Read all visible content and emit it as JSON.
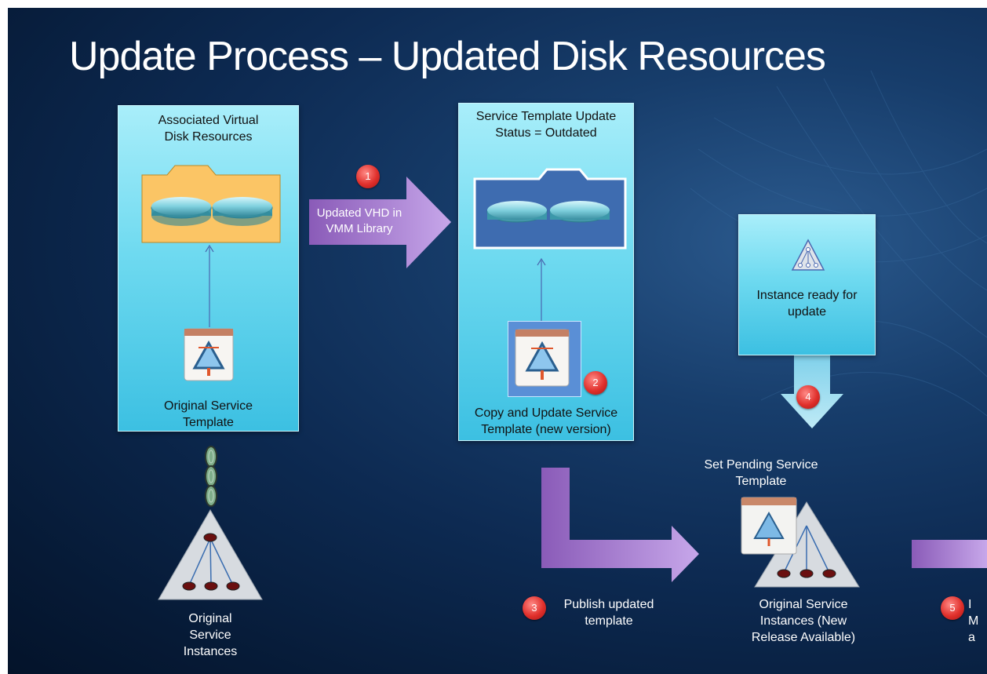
{
  "slide": {
    "title": "Update Process – Updated Disk Resources",
    "panels": {
      "associated": {
        "heading": "Associated Virtual Disk Resources",
        "caption": "Original Service Template"
      },
      "status": {
        "heading": "Service Template Update Status = Outdated",
        "caption": "Copy and Update Service Template (new version)"
      },
      "instance_ready": {
        "heading": "Instance ready for update"
      }
    },
    "steps": [
      {
        "number": "1",
        "text": "Updated VHD in VMM Library"
      },
      {
        "number": "2",
        "text": ""
      },
      {
        "number": "3",
        "text": "Publish updated template"
      },
      {
        "number": "4",
        "text": ""
      },
      {
        "number": "5",
        "text": "I Ma"
      }
    ],
    "labels": {
      "original_instances": "Original Service Instances",
      "set_pending": "Set Pending Service Template",
      "new_release": "Original Service Instances (New Release Available)"
    },
    "colors": {
      "panel": "#6fdaf0",
      "folder_orange": "#fbc565",
      "folder_blue": "#3e6cb0",
      "arrow_purple": "#9a6cc4",
      "badge_red": "#e0302c"
    }
  }
}
